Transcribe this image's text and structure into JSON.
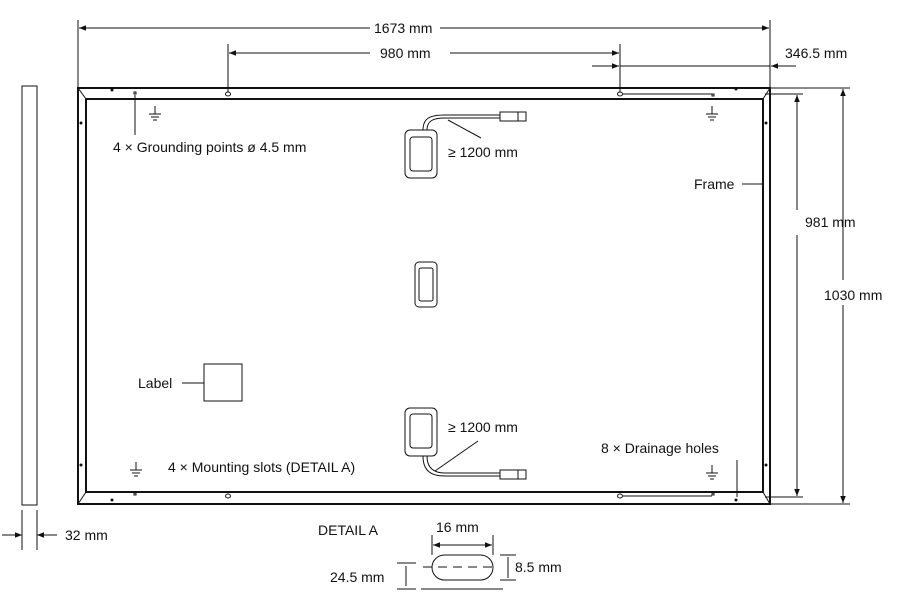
{
  "dimensions": {
    "length": "1673 mm",
    "mount_spacing": "980 mm",
    "mount_offset": "346.5 mm",
    "inner_height": "981 mm",
    "height": "1030 mm",
    "thickness": "32 mm"
  },
  "labels": {
    "grounding": "4 × Grounding points ø 4.5 mm",
    "cable_top": "≥ 1200 mm",
    "cable_bottom": "≥ 1200 mm",
    "frame": "Frame",
    "label": "Label",
    "mounting": "4 × Mounting slots (DETAIL A)",
    "drainage": "8 × Drainage holes"
  },
  "detail": {
    "title": "DETAIL A",
    "slot_width": "16 mm",
    "slot_height": "8.5 mm",
    "slot_offset": "24.5 mm"
  },
  "colors": {
    "line": "#111111",
    "background": "#ffffff"
  }
}
